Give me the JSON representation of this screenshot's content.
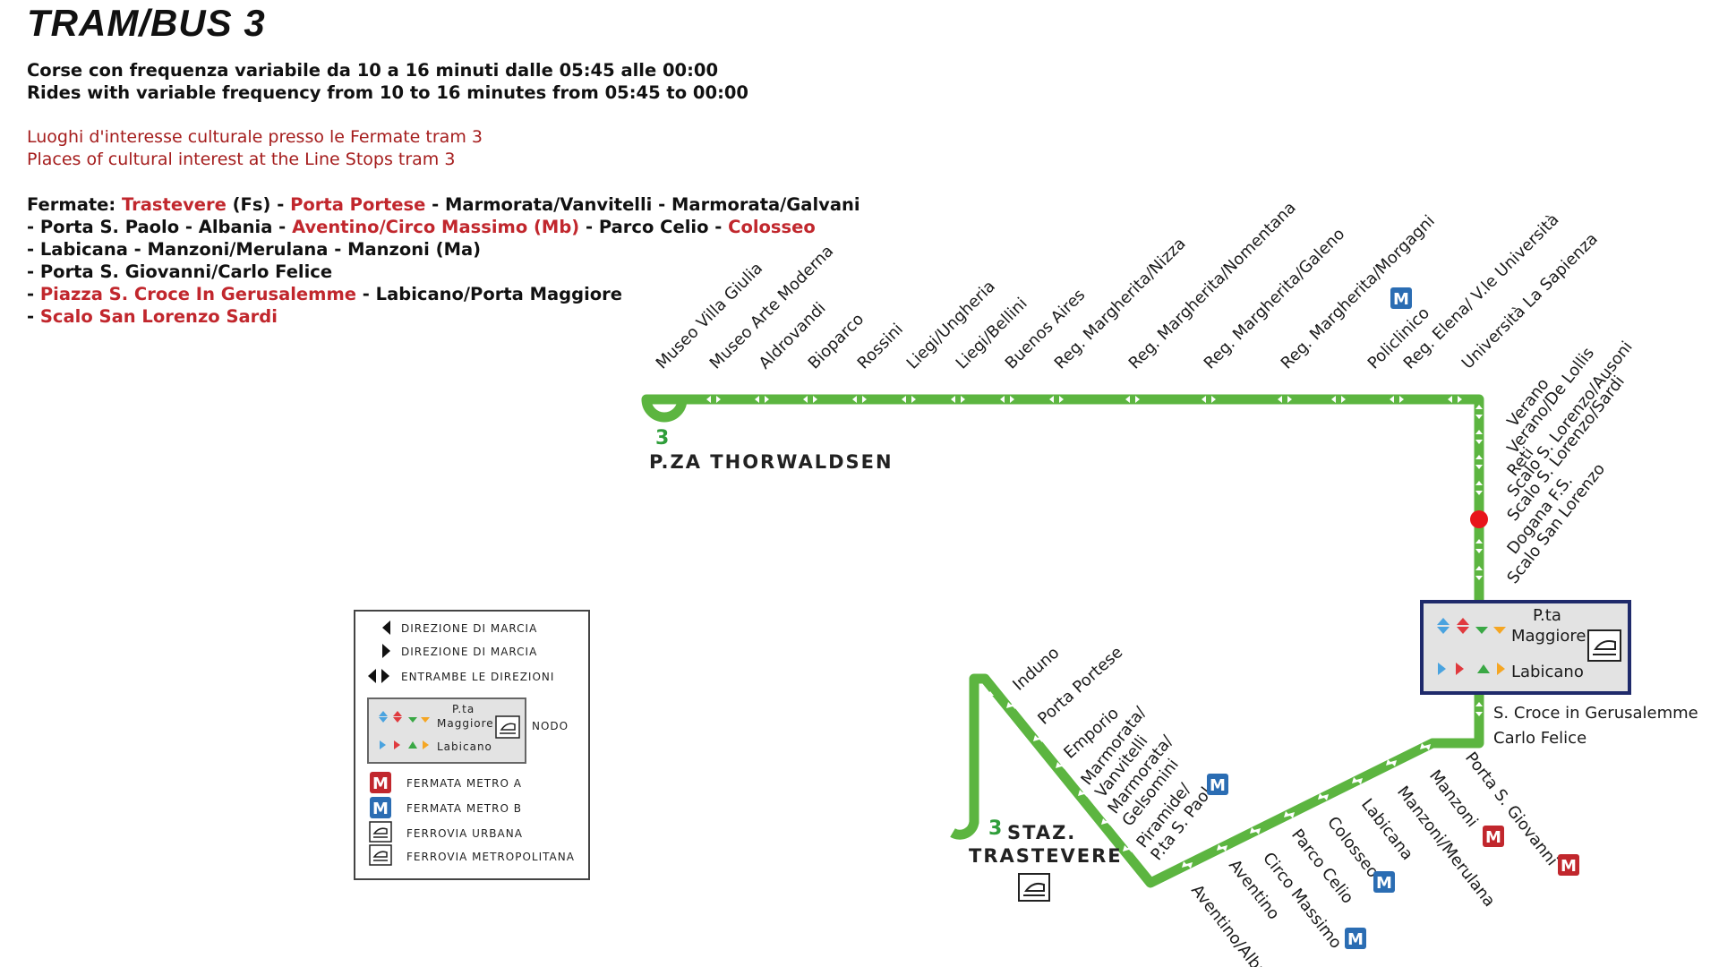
{
  "title": "TRAM/BUS 3",
  "frequency": {
    "it": "Corse con frequenza variabile da 10 a 16 minuti dalle 05:45 alle 00:00",
    "en": "Rides with variable frequency from 10 to 16 minutes from 05:45 to 00:00"
  },
  "cultural": {
    "it": "Luoghi d'interesse culturale presso le Fermate tram 3",
    "en": "Places of cultural interest at the Line Stops tram 3"
  },
  "stops_list": [
    [
      {
        "t": "Fermate: ",
        "hl": false
      },
      {
        "t": "Trastevere",
        "hl": true
      },
      {
        "t": " (Fs) - ",
        "hl": false
      },
      {
        "t": "Porta Portese",
        "hl": true
      },
      {
        "t": " - Marmorata/Vanvitelli - Marmorata/Galvani",
        "hl": false
      }
    ],
    [
      {
        "t": "- Porta S. Paolo - Albania - ",
        "hl": false
      },
      {
        "t": "Aventino/Circo Massimo (Mb)",
        "hl": true
      },
      {
        "t": " - Parco Celio - ",
        "hl": false
      },
      {
        "t": "Colosseo",
        "hl": true
      }
    ],
    [
      {
        "t": "- Labicana - Manzoni/Merulana - Manzoni (Ma)",
        "hl": false
      }
    ],
    [
      {
        "t": "- Porta S. Giovanni/Carlo Felice",
        "hl": false
      }
    ],
    [
      {
        "t": "- ",
        "hl": false
      },
      {
        "t": "Piazza S. Croce In Gerusalemme",
        "hl": true
      },
      {
        "t": " - Labicano/Porta Maggiore",
        "hl": false
      }
    ],
    [
      {
        "t": "- ",
        "hl": false
      },
      {
        "t": "Scalo San Lorenzo Sardi",
        "hl": true
      }
    ]
  ],
  "colors": {
    "line": "#5cb540",
    "highlight": "#c1272d",
    "cultural_text": "#a51d1d",
    "metro_a": "#c1272d",
    "metro_b": "#2b6db3",
    "node_fill": "#e3e3e3",
    "node_border": "#1f2a6b"
  },
  "map": {
    "route_number": "3",
    "terminus_north": "P.ZA THORWALDSEN",
    "terminus_south": [
      "STAZ.",
      "TRASTEVERE"
    ],
    "metro_icon_letter": "M",
    "top_stops": [
      "Museo Villa Giulia",
      "Museo Arte Moderna",
      "Aldrovandi",
      "Bioparco",
      "Rossini",
      "Liegi/Ungheria",
      "Liegi/Bellini",
      "Buenos Aires",
      "Reg. Margherita/Nizza",
      "Reg. Margherita/Nomentana",
      "Reg. Margherita/Galeno",
      "Reg. Margherita/Morgagni",
      "Policlinico",
      "Reg. Elena/ V.le Università",
      "Università La Sapienza"
    ],
    "right_stops": [
      "Verano",
      "Verano/De Lollis",
      "Reti",
      "Scalo S. Lorenzo/Ausoni",
      "Scalo S. Lorenzo/Sardi",
      "Dogana F.S.",
      "Scalo San Lorenzo"
    ],
    "node": {
      "top": "P.ta",
      "mid": "Maggiore",
      "bottom": "Labicano"
    },
    "right_lower_stops": [
      "S. Croce in Gerusalemme",
      "Carlo Felice"
    ],
    "left_stops": [
      "Induno",
      "Porta Portese",
      "Emporio"
    ],
    "marmorata_1": [
      "Marmorata/",
      "Vanvitelli"
    ],
    "marmorata_2": [
      "Marmorata/",
      "Gelsomini"
    ],
    "piramide": [
      "Piramide/",
      "P.ta S. Paolo"
    ],
    "bottom_stops": [
      "Aventino/Albania",
      "Aventino",
      "Circo Massimo",
      "Parco Celio",
      "Colosseo",
      "Labicana",
      "Manzoni/Merulana",
      "Manzoni",
      "Porta S. Giovanni"
    ]
  },
  "legend": {
    "rows": [
      "DIREZIONE DI MARCIA",
      "DIREZIONE DI MARCIA",
      "ENTRAMBE LE DIREZIONI"
    ],
    "node_label": "NODO",
    "node_top": "P.ta",
    "node_mid": "Maggiore",
    "node_bottom": "Labicano",
    "metro_a": "FERMATA METRO A",
    "metro_b": "FERMATA METRO B",
    "rail_urban": "FERROVIA URBANA",
    "rail_metro": "FERROVIA METROPOLITANA"
  }
}
